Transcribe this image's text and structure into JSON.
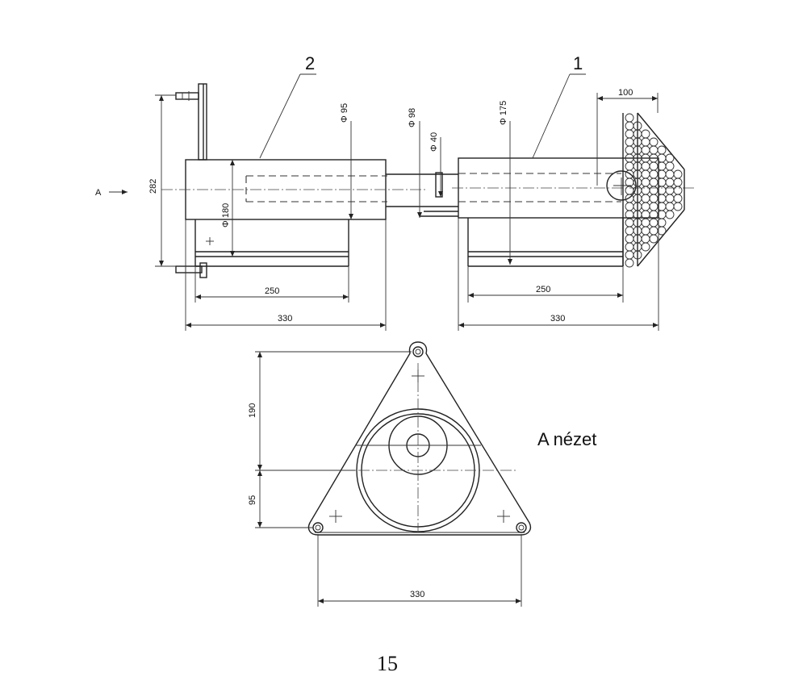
{
  "callouts": {
    "left_part": "2",
    "right_part": "1"
  },
  "view_arrow": {
    "label": "A"
  },
  "view_label": "A nézet",
  "page_number": "15",
  "dimensions": {
    "d95": "Φ 95",
    "d98": "Φ 98",
    "d40": "Φ 40",
    "d175": "Φ 175",
    "d180": "Φ 180",
    "w100": "100",
    "h282": "282",
    "w250_left": "250",
    "w330_left": "330",
    "w250_right": "250",
    "w330_right": "330",
    "v190": "190",
    "v95": "95",
    "w330_bottom": "330"
  }
}
